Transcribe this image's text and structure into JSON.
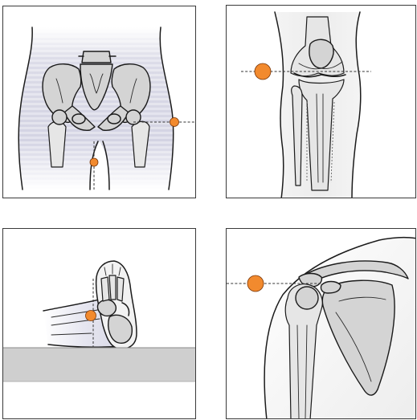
{
  "colors": {
    "marker": "#f28a2e",
    "bone_fill": "#d4d4d4",
    "outline": "#1b1b1b",
    "table_surface": "#cfcfcf",
    "panel_border": "#3a3a3a"
  },
  "panels": [
    {
      "id": "pelvis-hip",
      "view": "anterior",
      "markers": 2,
      "reference_line": "dashed-horizontal"
    },
    {
      "id": "knee",
      "view": "anterior",
      "markers": 1,
      "reference_line": "dashed-horizontal"
    },
    {
      "id": "ankle-foot",
      "view": "lateral",
      "markers": 1,
      "reference_line": "dashed-vertical"
    },
    {
      "id": "shoulder",
      "view": "anterior",
      "markers": 1,
      "reference_line": "dashed-horizontal"
    }
  ]
}
